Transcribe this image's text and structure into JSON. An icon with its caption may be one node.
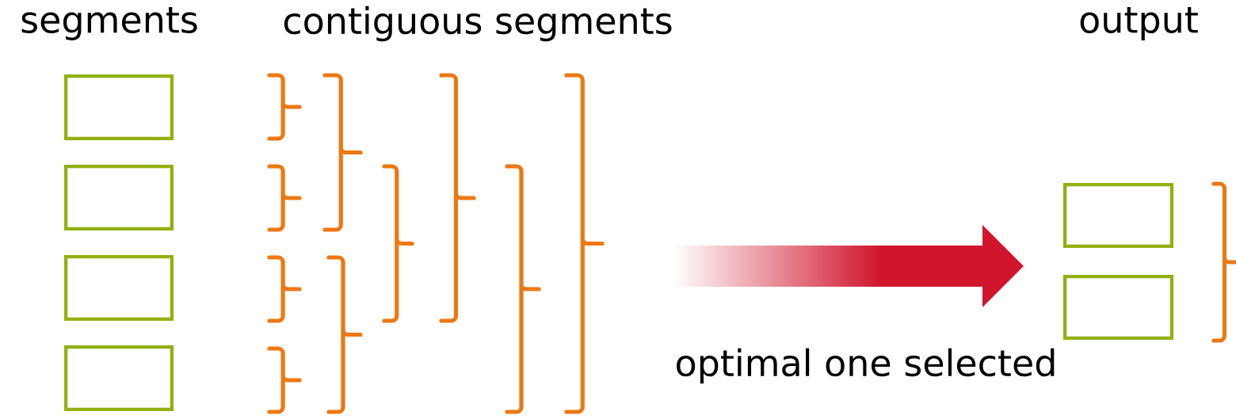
{
  "diagram": {
    "nodes": [
      {
        "text": [],
        "shape": "box"
      },
      {
        "text": [],
        "shape": "box"
      },
      {
        "text": [],
        "shape": "box"
      },
      {
        "text": [],
        "shape": "box"
      },
      {
        "text": [],
        "shape": "box"
      },
      {
        "text": [],
        "shape": "box"
      }
    ],
    "labels": [
      "segments",
      "contiguous segments",
      "output",
      "optimal one selected"
    ]
  }
}
